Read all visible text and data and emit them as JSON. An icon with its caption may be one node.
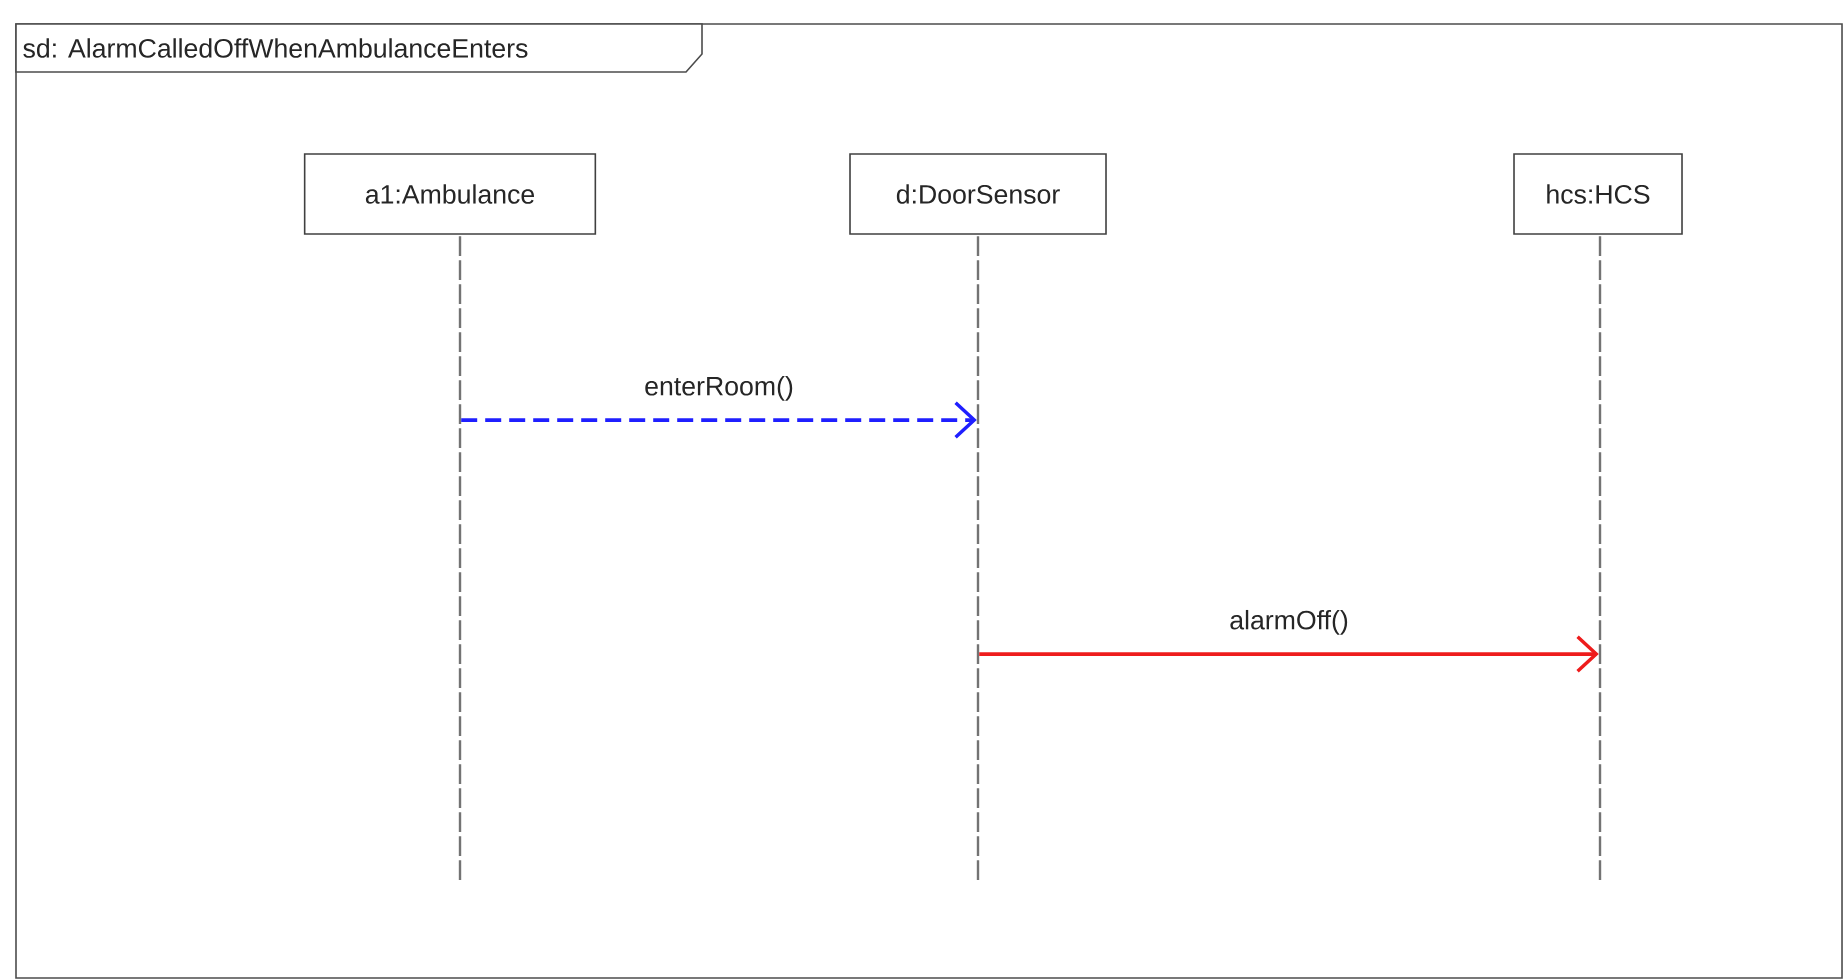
{
  "diagram": {
    "title": "sd: AlarmCalledOffWhenAmbulanceEnters",
    "nodes": [
      {
        "text": [
          "a1:Ambulance"
        ]
      },
      {
        "text": [
          "d:DoorSensor"
        ]
      },
      {
        "text": [
          "hcs:HCS"
        ]
      },
      {
        "text": [],
        "shape": "line"
      },
      {
        "text": [],
        "shape": "line"
      },
      {
        "text": [],
        "shape": "line"
      }
    ],
    "edges": [
      {
        "from": 3,
        "to": 4,
        "arrow": "to",
        "label": "enterRoom()",
        "style": "dashed",
        "color": "#1f1fff"
      },
      {
        "from": 4,
        "to": 5,
        "arrow": "to",
        "label": "alarmOff()",
        "color": "#ee1c1c"
      }
    ]
  }
}
